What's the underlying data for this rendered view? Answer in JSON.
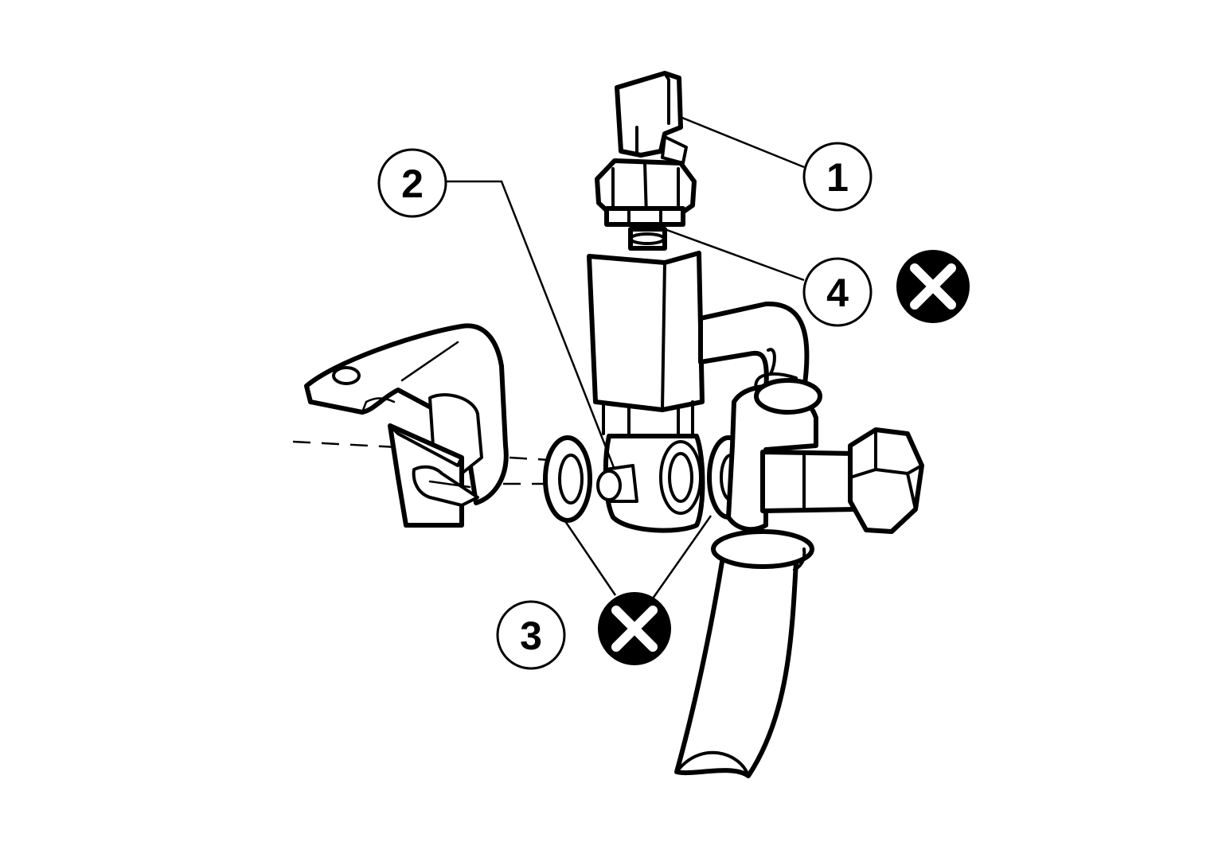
{
  "callouts": {
    "c1": "1",
    "c2": "2",
    "c3": "3",
    "c4": "4"
  },
  "icons": {
    "replace_marker": "x-circle-icon"
  },
  "colors": {
    "line": "#000000",
    "background": "#ffffff"
  }
}
